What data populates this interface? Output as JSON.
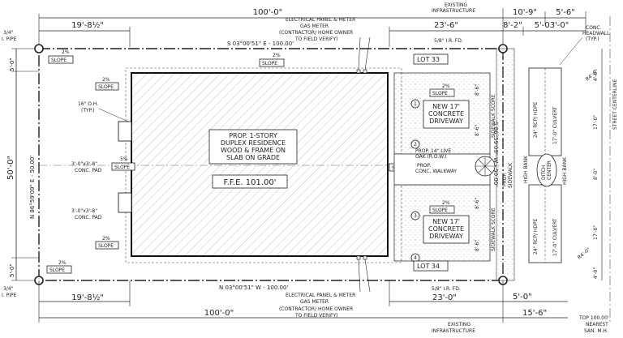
{
  "dims": {
    "top_overall": "100'-0\"",
    "bottom_overall": "100'-0\"",
    "top_left": "19'-8½\"",
    "bottom_left": "19'-8½\"",
    "top_right": "23'-6\"",
    "bottom_right": "23'-0\"",
    "left_overall": "50'-0\"",
    "left_top": "5'-0\"",
    "left_bottom": "5'-0\"",
    "right_a": "10'-9\"",
    "right_b": "5'-6\"",
    "right_c": "8'-2\"",
    "right_d": "5'-03'-0\"",
    "right_bottom_a": "5'-0\"",
    "right_bottom_b": "15'-6\"",
    "drive_a": "8'-6\"",
    "drive_b": "8'-6\"",
    "drive_c": "8'-6\"",
    "drive_d": "8'-6\"",
    "r4_top": "R4'-0\"",
    "r4_bot": "R4'-0\"",
    "v17_top": "17'-0\"",
    "v8": "8'-0\"",
    "v17_bot": "17'-0\"",
    "v4_top": "4'-0\"",
    "v4_bot": "4'-0\""
  },
  "bearings": {
    "top": "S 03°00'51\" E - 100.00'",
    "bottom": "N 03°00'51\" W - 100.00'",
    "left": "N 86°59'09\" E - 50.00'",
    "right": "S 86°59'09\" W - 50.00'"
  },
  "labels": {
    "electrical_top": [
      "ELECTRICAL PANEL & METER",
      "GAS METER",
      "(CONTRACTOR/ HOME OWNER",
      "TO FIELD VERIFY)"
    ],
    "electrical_bottom": [
      "ELECTRICAL PANEL & METER",
      "GAS METER",
      "(CONTRACTOR/ HOME OWNER",
      "TO FIELD VERIFY)"
    ],
    "existing_top": [
      "EXISTING",
      "INFRASTRUCTURE"
    ],
    "existing_bottom": [
      "EXISTING",
      "INFRASTRUCTURE"
    ],
    "iron_top": "5/8\" I.R. FD.",
    "iron_bottom": "5/8\" I.R. FD.",
    "pipe_top": [
      "3/4\"",
      "I. PIPE"
    ],
    "pipe_bottom": [
      "3/4\"",
      "I. PIPE"
    ],
    "lot_33": "LOT 33",
    "lot_34": "LOT 34",
    "slope": [
      "2%",
      "SLOPE"
    ],
    "slope_5": "5%",
    "overhang": [
      "16\" O.H.",
      "(TYP.)"
    ],
    "pad_top": [
      "3'-0\"x3'-8\"",
      "CONC. PAD"
    ],
    "pad_bottom": [
      "3'-0\"x3'-8\"",
      "CONC. PAD"
    ],
    "house": [
      "PROP. 1-STORY",
      "DUPLEX RESIDENCE",
      "WOOD & FRAME ON",
      "SLAB ON GRADE"
    ],
    "ffe": "F.F.E. 101.00'",
    "drive_top": [
      "NEW 17'",
      "CONCRETE",
      "DRIVEWAY"
    ],
    "drive_bottom": [
      "NEW 17'",
      "CONCRETE",
      "DRIVEWAY"
    ],
    "live_oak": [
      "PROP. 14\" LIVE",
      "OAK (R.O.W.)"
    ],
    "walkway": [
      "PROP.",
      "CONC. WALKWAY"
    ],
    "score": "SIDEWALK SCORE",
    "sidewalk": [
      "PROP.",
      "SIDEWALK"
    ],
    "rcp_top": "24\" RCP/ HDPE",
    "rcp_bottom": "24\" RCP/ HDPE",
    "culvert_top": "17'-0\" CULVERT",
    "culvert_bottom": "17'-0\" CULVERT",
    "high_bank_top": "HIGH BANK",
    "high_bank_bottom": "HIGH BANK",
    "ditch": [
      "DITCH",
      "CENTER"
    ],
    "headwall": [
      "CONC.",
      "HEADWALL",
      "(TYP.)"
    ],
    "street": "STREET CENTERLINE",
    "nearest": [
      "TOP 100.00'",
      "NEAREST",
      "SAN. M.H."
    ],
    "c1": "1",
    "c2": "2",
    "c3": "3",
    "c4": "4"
  }
}
